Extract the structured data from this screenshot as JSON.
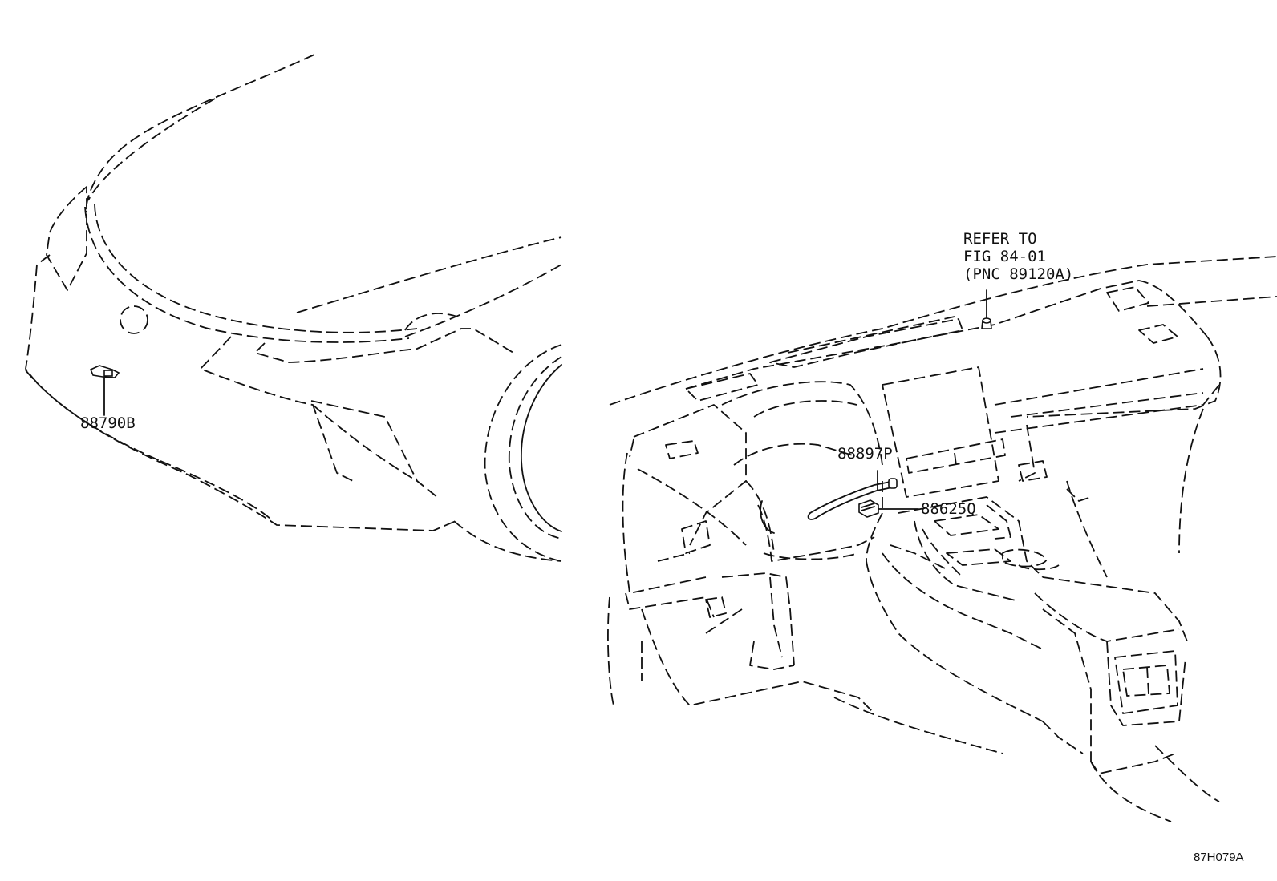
{
  "callouts": {
    "part_88790B": "88790B",
    "part_88897P": "88897P",
    "part_88625Q": "88625Q",
    "refer_line1": "REFER TO",
    "refer_line2": "FIG 84-01",
    "refer_line3": "(PNC 89120A)"
  },
  "figure_id": "87H079A"
}
